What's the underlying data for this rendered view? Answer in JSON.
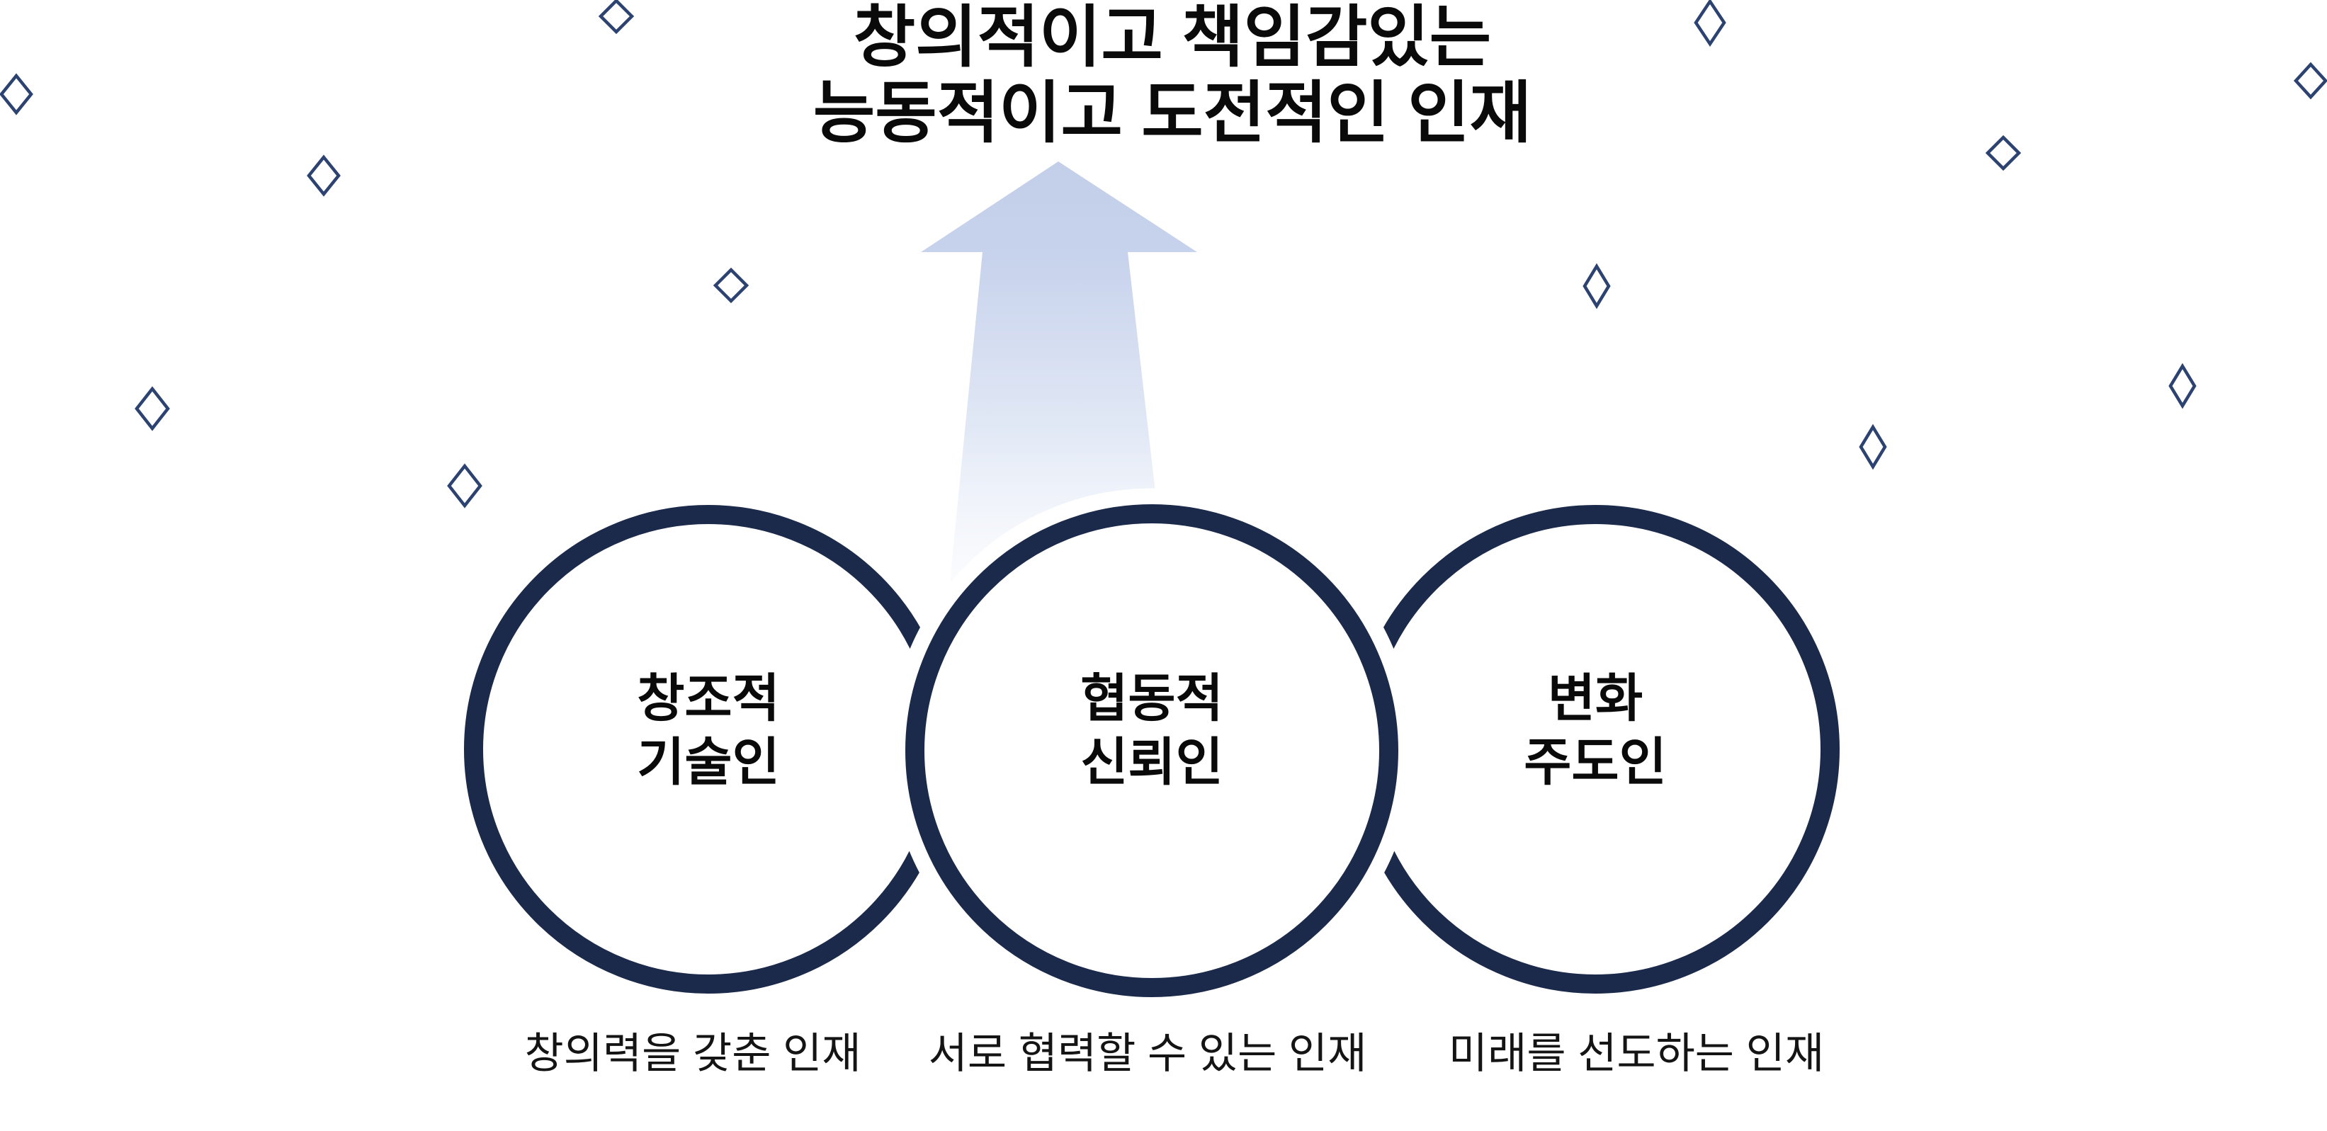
{
  "page": {
    "background": "#ffffff",
    "description": "School vision diagram: three navy outlined circles with an upward fading arrow pointing to the vision statement"
  },
  "title": {
    "line1": "창의적이고 책임감있는",
    "line2": "능동적이고 도전적인 인재"
  },
  "circles": [
    {
      "label_line1": "창조적",
      "label_line2": "기술인",
      "caption": "창의력을 갖춘 인재"
    },
    {
      "label_line1": "협동적",
      "label_line2": "신뢰인",
      "caption": "서로 협력할 수 있는 인재"
    },
    {
      "label_line1": "변화",
      "label_line2": "주도인",
      "caption": "미래를 선도하는 인재"
    }
  ],
  "colors": {
    "circle_outline": "#1b2a4a",
    "diamond_outline": "#2c4270",
    "title_text": "#0a0a0a",
    "caption_text": "#141414",
    "arrow_gradient_top": "#c3cfe9",
    "arrow_gradient_bottom": "#ffffff"
  },
  "decor": {
    "diamond_icon": "◇",
    "diamond_count": 12
  }
}
